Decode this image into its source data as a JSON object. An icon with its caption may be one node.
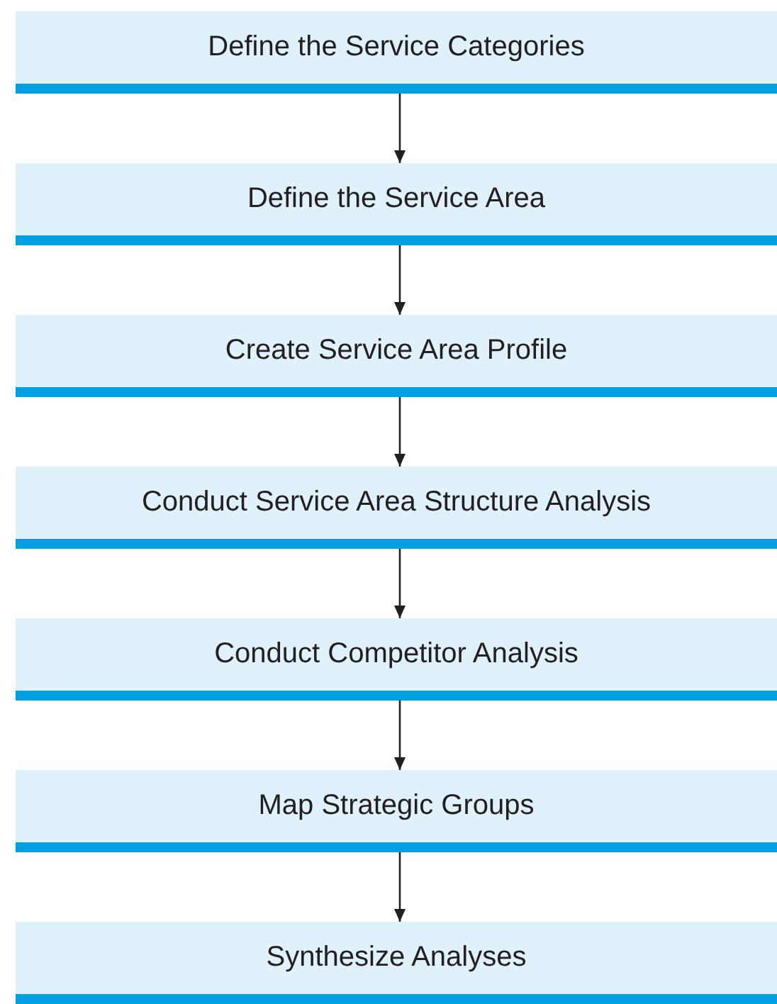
{
  "diagram": {
    "nodes": [
      {
        "text": [
          "Define the Service Categories"
        ]
      },
      {
        "text": [
          "Define the Service Area"
        ]
      },
      {
        "text": [
          "Create Service Area Profile"
        ]
      },
      {
        "text": [
          "Conduct Service Area Structure Analysis"
        ]
      },
      {
        "text": [
          "Conduct Competitor Analysis"
        ]
      },
      {
        "text": [
          "Map Strategic Groups"
        ]
      },
      {
        "text": [
          "Synthesize Analyses"
        ]
      }
    ],
    "edges": [
      {
        "from": 0,
        "to": 1,
        "arrow": "to"
      },
      {
        "from": 1,
        "to": 2,
        "arrow": "to"
      },
      {
        "from": 2,
        "to": 3,
        "arrow": "to"
      },
      {
        "from": 3,
        "to": 4,
        "arrow": "to"
      },
      {
        "from": 4,
        "to": 5,
        "arrow": "to"
      },
      {
        "from": 5,
        "to": 6,
        "arrow": "to"
      }
    ]
  }
}
